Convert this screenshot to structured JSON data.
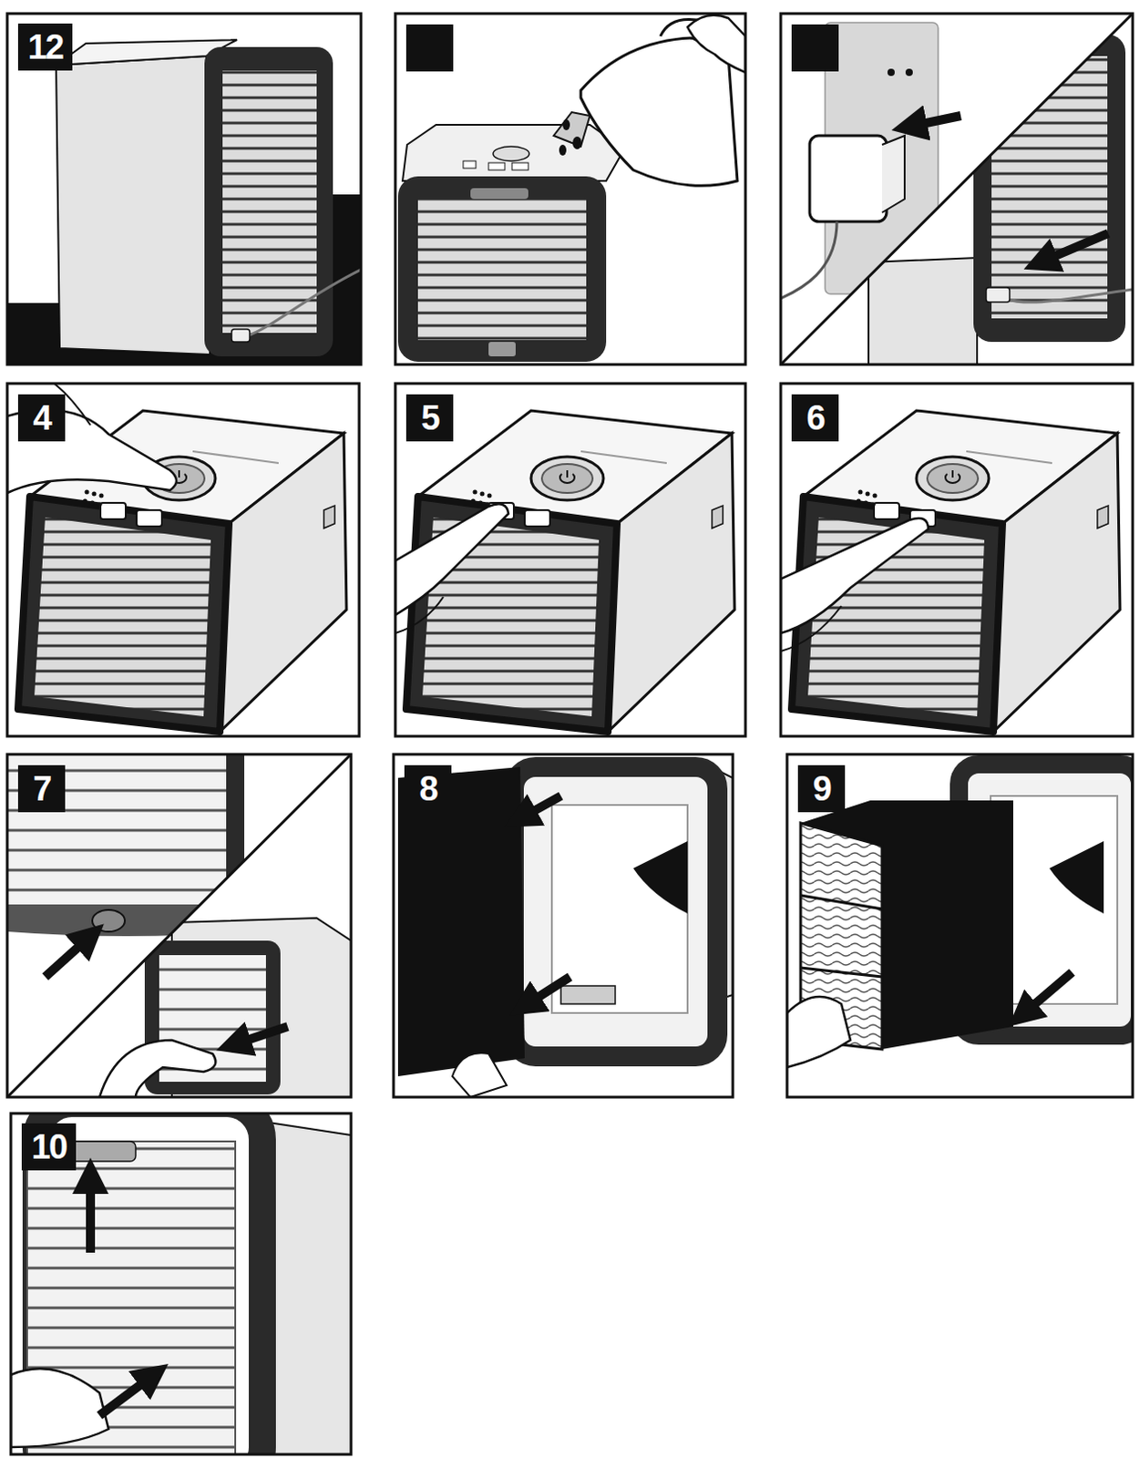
{
  "diagram": {
    "labels": [
      "12",
      "4",
      "5",
      "6",
      "7",
      "8",
      "9",
      "10"
    ]
  }
}
